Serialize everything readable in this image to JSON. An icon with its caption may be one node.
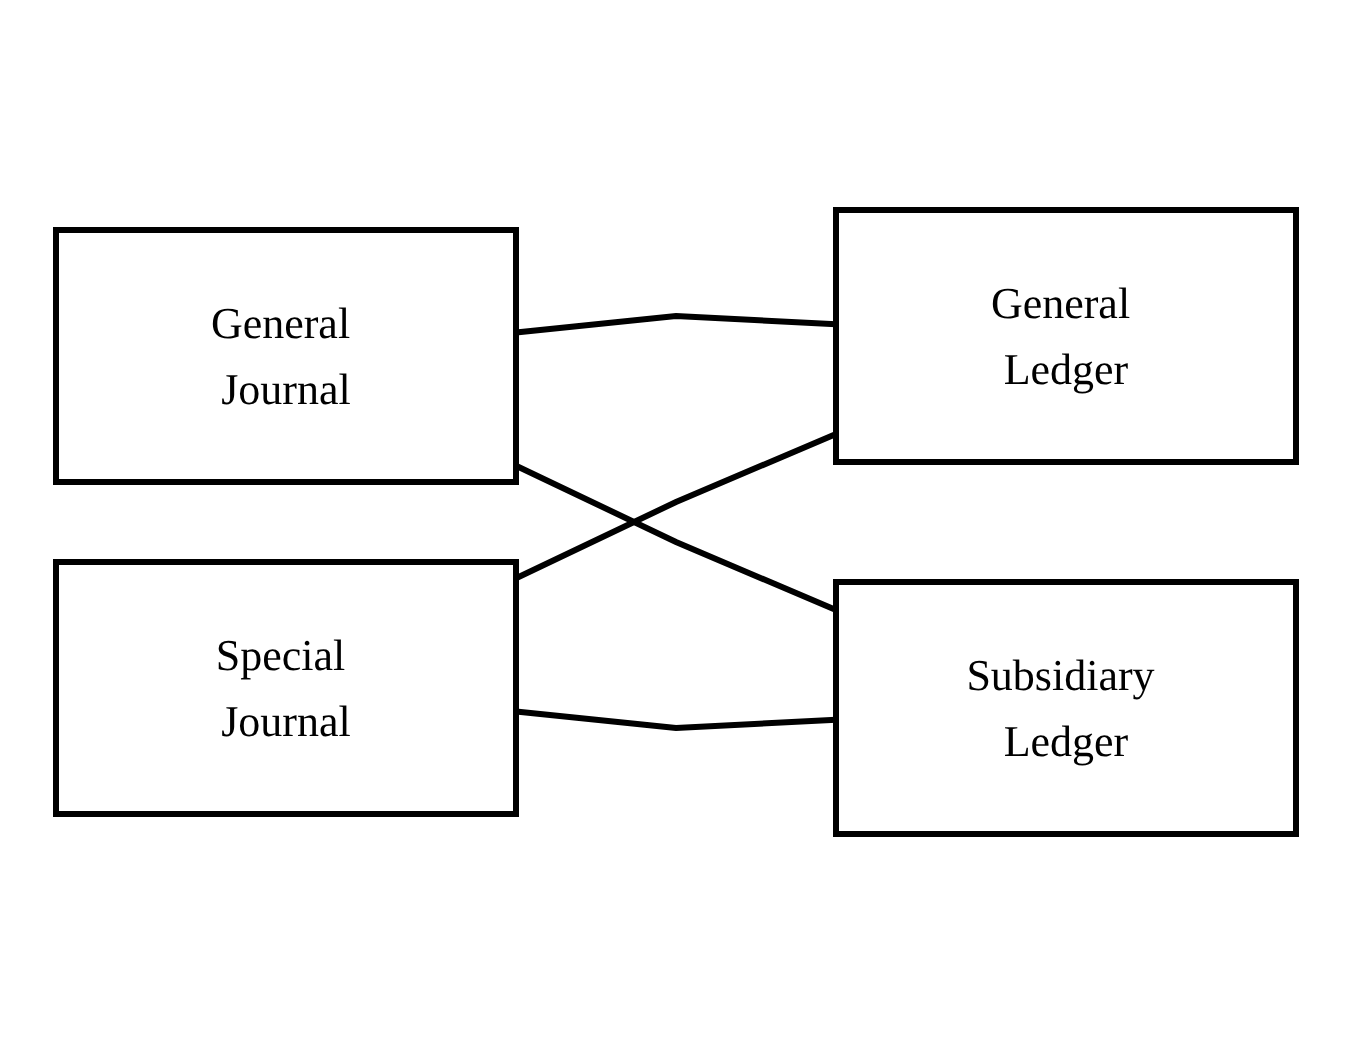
{
  "diagram": {
    "nodes": [
      {
        "text": [
          "General Journal"
        ]
      },
      {
        "text": [
          "General Ledger"
        ]
      },
      {
        "text": [
          "Special Journal"
        ]
      },
      {
        "text": [
          "Subsidiary Ledger"
        ]
      }
    ],
    "edges": [
      {
        "from": 0,
        "to": 1,
        "arrow": "none"
      },
      {
        "from": 0,
        "to": 3,
        "arrow": "none"
      },
      {
        "from": 2,
        "to": 1,
        "arrow": "none"
      },
      {
        "from": 2,
        "to": 3,
        "arrow": "none"
      }
    ]
  }
}
